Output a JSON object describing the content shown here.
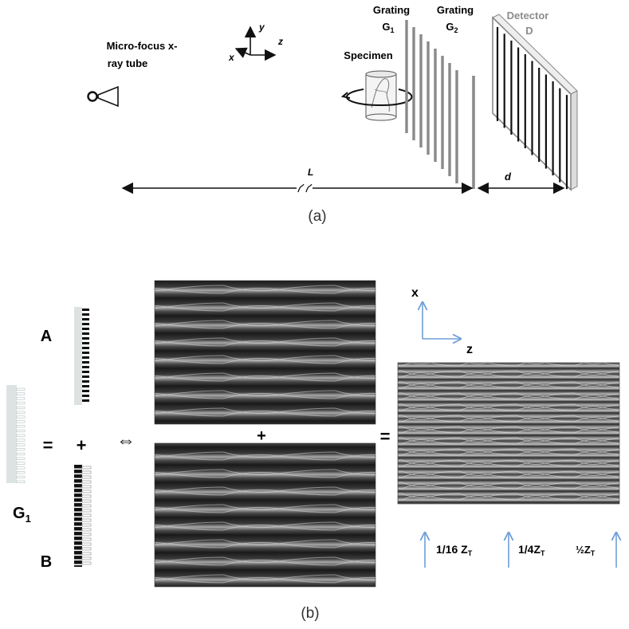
{
  "panel_a": {
    "source_label": "Micro-focus x-ray tube",
    "source_label_line1": "Micro-focus x-",
    "source_label_line2": "ray tube",
    "axes": {
      "y": "y",
      "z": "z",
      "x": "x"
    },
    "specimen_label": "Specimen",
    "grating1_label_line1": "Grating",
    "grating1_label_line2": "G",
    "grating1_sub": "1",
    "grating2_label_line1": "Grating",
    "grating2_label_line2": "G",
    "grating2_sub": "2",
    "detector_label_line1": "Detector",
    "detector_label_line2": "D",
    "distance_L": "L",
    "distance_d": "d",
    "caption": "(a)"
  },
  "panel_b": {
    "label_A": "A",
    "label_B": "B",
    "label_G1": "G",
    "label_G1_sub": "1",
    "equals": "=",
    "plus": "+",
    "equivalent": "⇔",
    "axis_x": "x",
    "axis_z": "z",
    "marker_1": "1/16 Z",
    "marker_1_sub": "T",
    "marker_2": "1/4Z",
    "marker_2_sub": "T",
    "marker_3": "½Z",
    "marker_3_sub": "T",
    "caption": "(b)"
  },
  "colors": {
    "line": "#111111",
    "grating": "#8a8a8a",
    "detector_label": "#8c8c8c",
    "axis_blue": "#6f9fd8",
    "pattern_dark": "#222222",
    "pattern_light": "#b8b8b8",
    "comb_light": "#dde3e3"
  }
}
